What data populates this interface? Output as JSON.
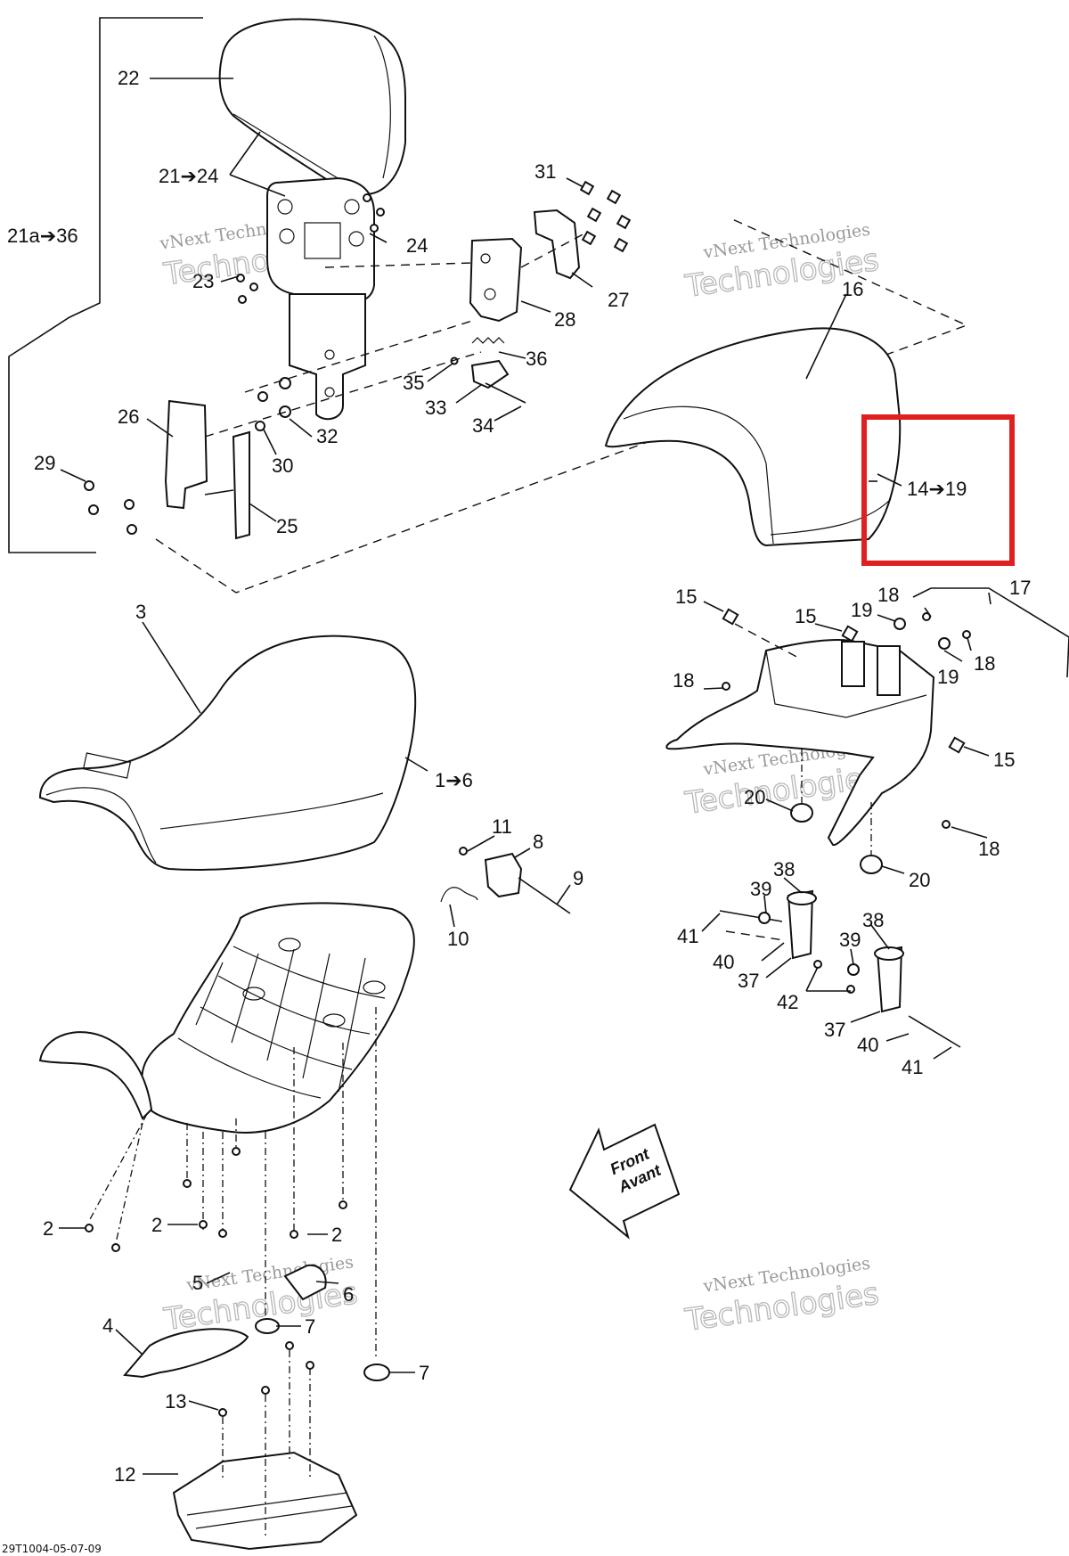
{
  "diagram": {
    "labels": {
      "l22": "22",
      "l21to24": "21➔24",
      "l21ato36": "21a➔36",
      "l24": "24",
      "l23": "23",
      "l31": "31",
      "l27": "27",
      "l28": "28",
      "l36": "36",
      "l35": "35",
      "l33": "33",
      "l34": "34",
      "l26": "26",
      "l32": "32",
      "l30": "30",
      "l29": "29",
      "l25": "25",
      "l16": "16",
      "l14to19": "14➔19",
      "l15a": "15",
      "l15b": "15",
      "l15c": "15",
      "l19a": "19",
      "l19b": "19",
      "l18a": "18",
      "l18b": "18",
      "l18c": "18",
      "l18d": "18",
      "l17": "17",
      "l20a": "20",
      "l20b": "20",
      "l3": "3",
      "l1to6": "1➔6",
      "l11": "11",
      "l8": "8",
      "l9": "9",
      "l10": "10",
      "l38a": "38",
      "l38b": "38",
      "l39a": "39",
      "l39b": "39",
      "l41a": "41",
      "l41b": "41",
      "l40a": "40",
      "l40b": "40",
      "l37a": "37",
      "l37b": "37",
      "l42": "42",
      "l2a": "2",
      "l2b": "2",
      "l2c": "2",
      "l5": "5",
      "l6": "6",
      "l7a": "7",
      "l7b": "7",
      "l4": "4",
      "l13": "13",
      "l12": "12"
    },
    "front_arrow": {
      "line1": "Front",
      "line2": "Avant"
    },
    "watermark": {
      "line1": "vNext Technologies",
      "line2": "Technologies"
    },
    "drawing_code": "29T1004-05-07-09",
    "highlight_color": "#e02020"
  }
}
